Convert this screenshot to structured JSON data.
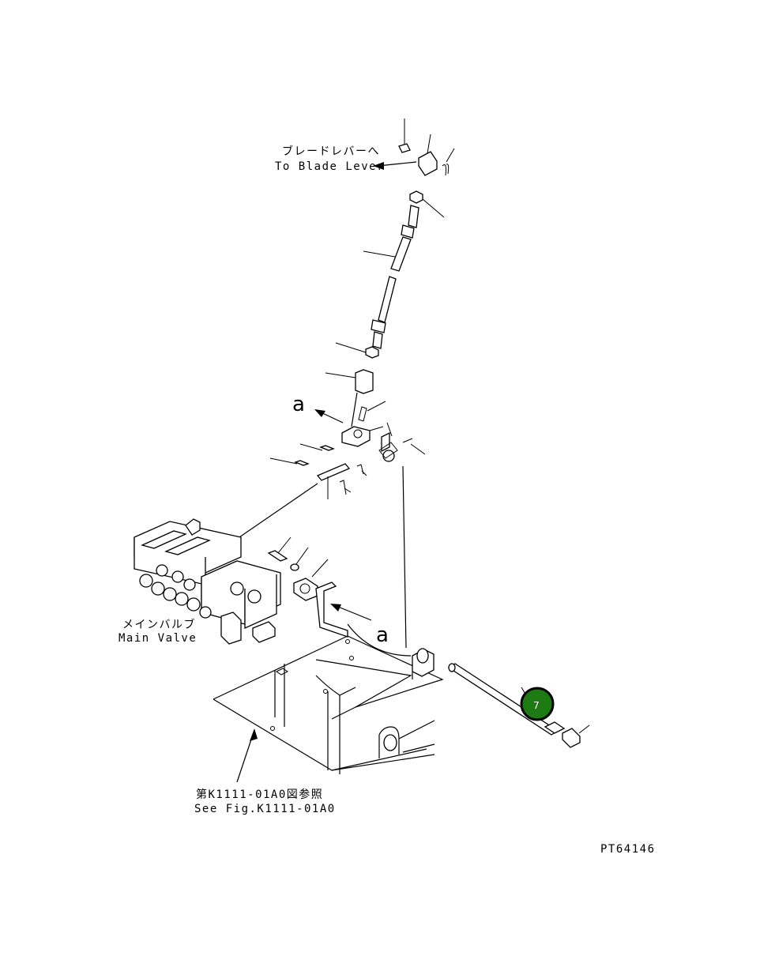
{
  "labels": {
    "to_blade_jp": "ブレードレバーへ",
    "to_blade_en": "To Blade Lever",
    "main_valve_jp": "メインバルブ",
    "main_valve_en": "Main Valve",
    "see_fig_jp": "第K1111-01A0図参照",
    "see_fig_en": "See Fig.K1111-01A0",
    "view_a_1": "a",
    "view_a_2": "a",
    "drawing_id": "PT64146"
  },
  "callout": {
    "number": "7",
    "color": "#1e7a12"
  }
}
